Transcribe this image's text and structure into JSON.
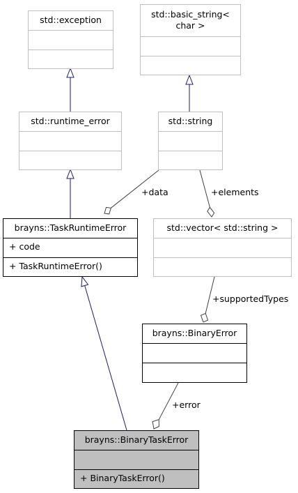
{
  "classes": {
    "std_exception": {
      "name": "std::exception",
      "attributes": [],
      "methods": []
    },
    "std_basic_string": {
      "name": [
        "std::basic_string<",
        "char >"
      ],
      "attributes": [],
      "methods": []
    },
    "std_runtime_error": {
      "name": "std::runtime_error",
      "attributes": [],
      "methods": []
    },
    "std_string": {
      "name": "std::string",
      "attributes": [],
      "methods": []
    },
    "task_runtime_error": {
      "name": "brayns::TaskRuntimeError",
      "attributes": [
        "+ code"
      ],
      "methods": [
        "+ TaskRuntimeError()"
      ]
    },
    "std_vector_string": {
      "name": "std::vector< std::string >",
      "attributes": [],
      "methods": []
    },
    "binary_error": {
      "name": "brayns::BinaryError",
      "attributes": [],
      "methods": []
    },
    "binary_task_error": {
      "name": "brayns::BinaryTaskError",
      "attributes": [],
      "methods": [
        "+ BinaryTaskError()"
      ]
    }
  },
  "edge_labels": {
    "data": "+data",
    "elements": "+elements",
    "supported_types": "+supportedTypes",
    "error": "+error"
  },
  "colors": {
    "inheritance_edge": "#191970",
    "composition_edge": "#404040",
    "highlight_fill": "#bfbfbf",
    "box_border": "#bfbfbf",
    "box_border_dark": "#000000"
  }
}
